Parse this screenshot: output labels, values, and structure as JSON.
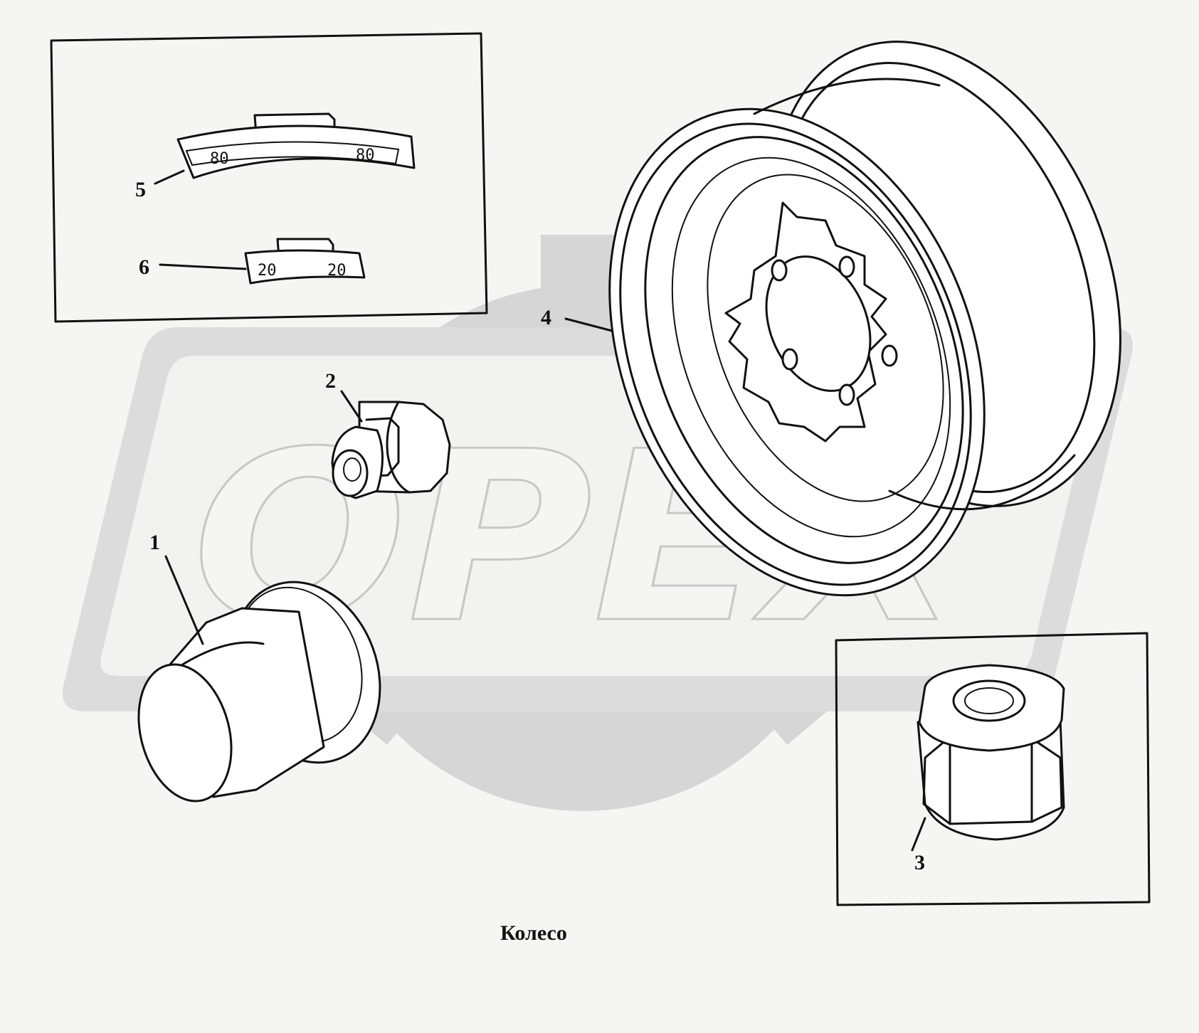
{
  "caption": "Колесо",
  "watermark": "OPEX",
  "colors": {
    "background": "#f5f5f3",
    "watermark": "#d3d3d3",
    "ink": "#111111"
  },
  "callouts": [
    "1",
    "2",
    "3",
    "4",
    "5",
    "6"
  ],
  "weights": {
    "large": {
      "left_mark": "80",
      "right_mark": "80"
    },
    "small": {
      "left_mark": "20",
      "right_mark": "20"
    }
  }
}
